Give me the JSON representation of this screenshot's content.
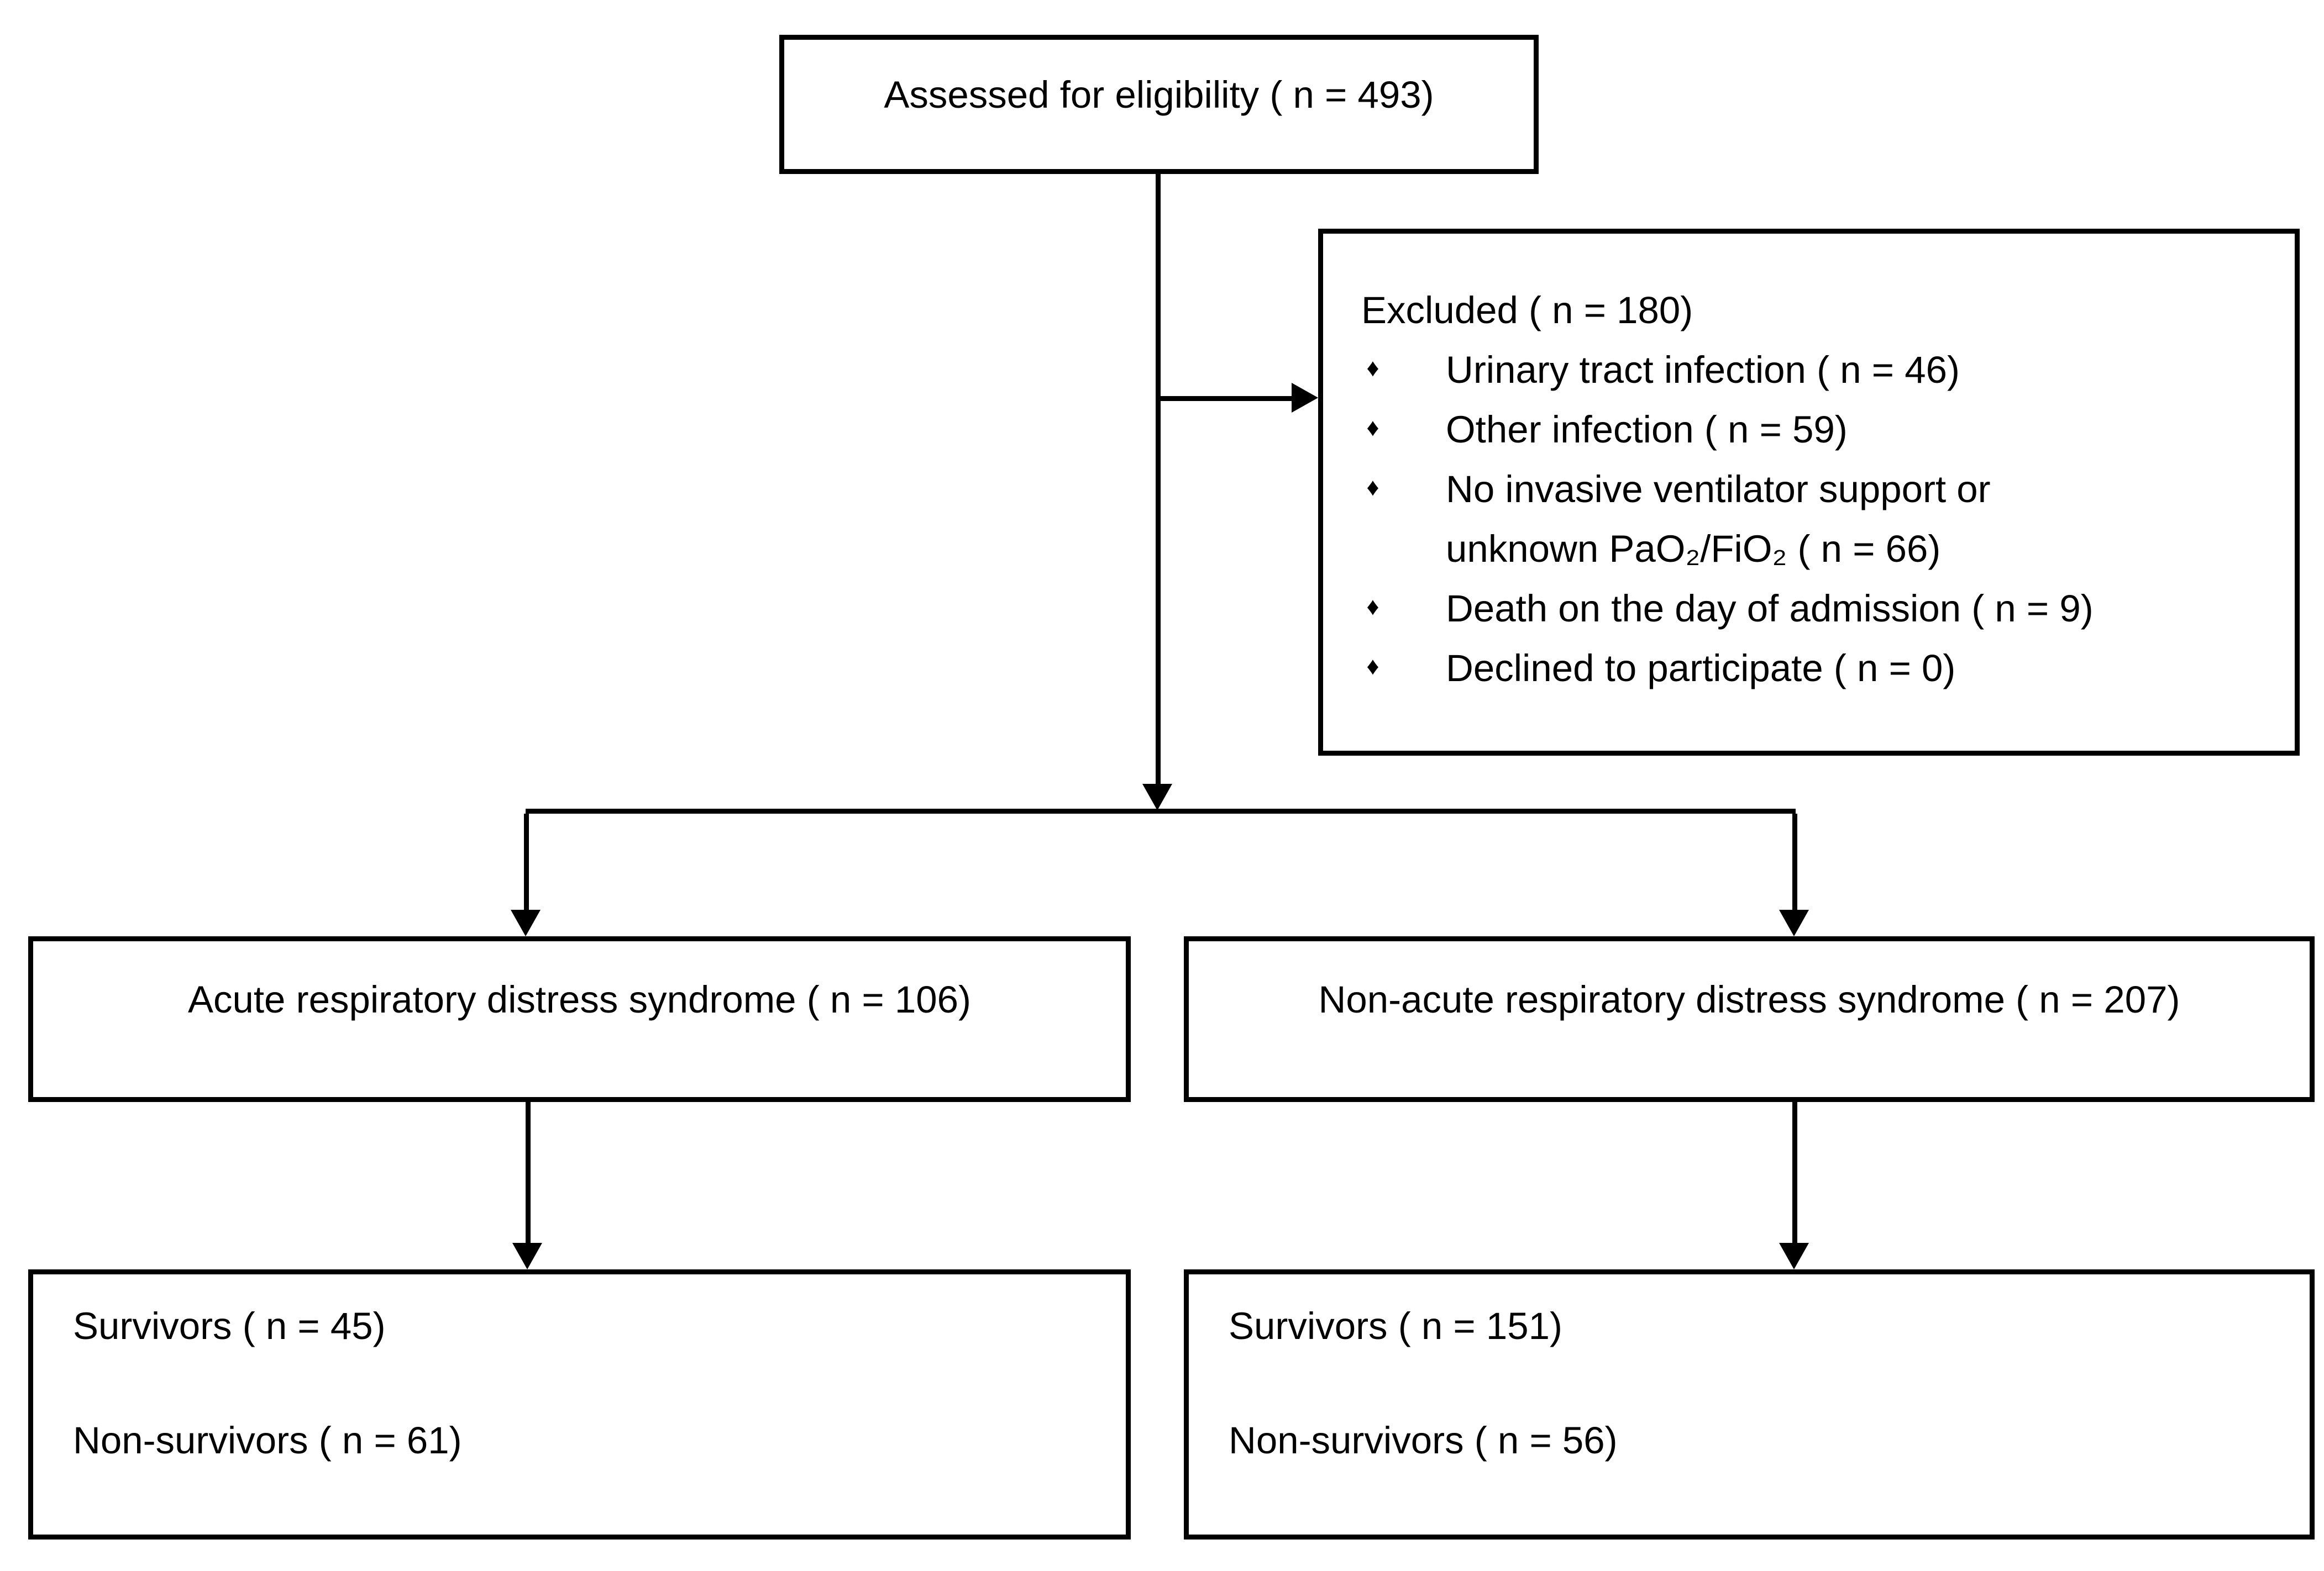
{
  "flowchart": {
    "background": "#ffffff",
    "line_color": "#000000",
    "bullet_glyph": "♦",
    "assessed": {
      "label": "Assessed for eligibility ( n = 493)"
    },
    "excluded": {
      "title": "Excluded ( n = 180)",
      "items": [
        "Urinary tract infection ( n = 46)",
        "Other infection ( n = 59)",
        "No invasive ventilator support or\nunknown PaO₂/FiO₂ ( n = 66)",
        "Death on the day of admission ( n = 9)",
        "Declined to participate ( n = 0)"
      ]
    },
    "ards": {
      "label": "Acute respiratory distress syndrome ( n = 106)"
    },
    "non_ards": {
      "label": "Non-acute respiratory distress syndrome ( n = 207)"
    },
    "ards_outcomes": {
      "survivors": "Survivors ( n = 45)",
      "non_survivors": "Non-survivors ( n = 61)"
    },
    "non_ards_outcomes": {
      "survivors": "Survivors ( n = 151)",
      "non_survivors": "Non-survivors ( n = 56)"
    }
  }
}
